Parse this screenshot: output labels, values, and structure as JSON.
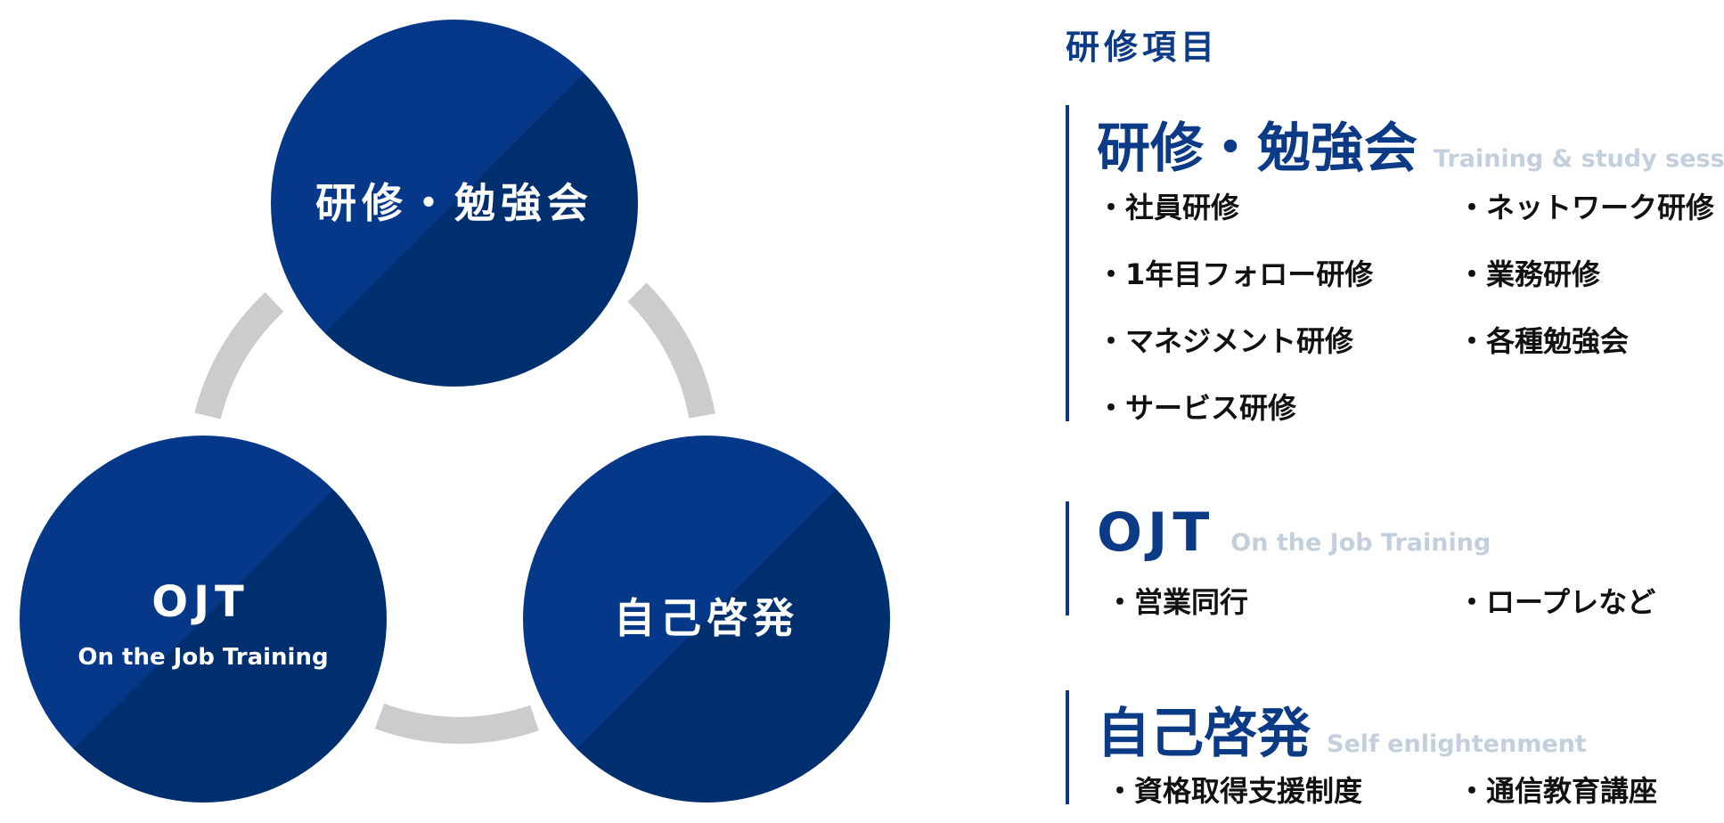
{
  "colors": {
    "circle_light": "#06388a",
    "circle_dark": "#002f70",
    "connector": "#cccccc",
    "accent": "#0b3a86",
    "subtitle": "#c3cfdd"
  },
  "diagram": {
    "top_circle": {
      "label": "研修・勉強会"
    },
    "left_circle": {
      "label": "OJT",
      "sublabel": "On the Job Training"
    },
    "right_circle": {
      "label": "自己啓発"
    }
  },
  "heading": "研修項目",
  "sections": [
    {
      "title": "研修・勉強会",
      "subtitle": "Training & study session",
      "items": [
        "・社員研修",
        "・ネットワーク研修",
        "・1年目フォロー研修",
        "・業務研修",
        "・マネジメント研修",
        "・各種勉強会",
        "・サービス研修"
      ]
    },
    {
      "title": "OJT",
      "subtitle": "On the Job Training",
      "items": [
        "・営業同行",
        "・ロープレなど"
      ]
    },
    {
      "title": "自己啓発",
      "subtitle": "Self enlightenment",
      "items": [
        "・資格取得支援制度",
        "・通信教育講座"
      ]
    }
  ]
}
